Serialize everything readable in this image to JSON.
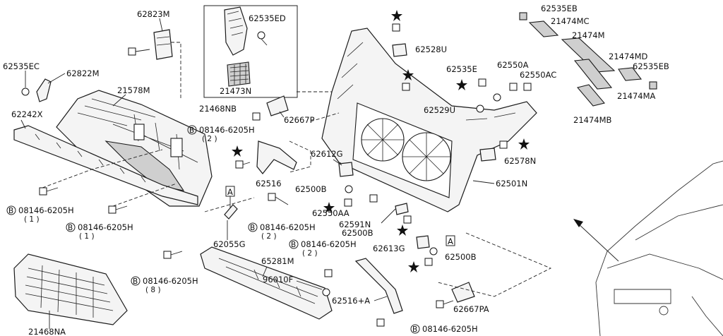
{
  "labels": {
    "p62823M": "62823M",
    "p62535ED": "62535ED",
    "p21473N": "21473N",
    "p21468NB": "21468NB",
    "p62535EC": "62535EC",
    "p62822M": "62822M",
    "p21578M": "21578M",
    "p62242X": "62242X",
    "p08146_2_num": "08146-6205H",
    "p08146_2_qty": "( 2 )",
    "p62667P": "62667P",
    "p62528U": "62528U",
    "p62535EB_top": "62535EB",
    "p21474MC": "21474MC",
    "p21474M": "21474M",
    "p21474MD": "21474MD",
    "p62535EB_right": "62535EB",
    "p21474MA": "21474MA",
    "p21474MB": "21474MB",
    "p62535E": "62535E",
    "p62550A": "62550A",
    "p62550AC": "62550AC",
    "p62529U": "62529U",
    "p62578N": "62578N",
    "p62612G": "62612G",
    "p62501N": "62501N",
    "p62516": "62516",
    "p62500B_a": "62500B",
    "p62550AA": "62550AA",
    "p62591N": "62591N",
    "p62500B_b": "62500B",
    "p62613G": "62613G",
    "p62500B_c": "62500B",
    "p08146_1a_num": "08146-6205H",
    "p08146_1a_qty": "( 1 )",
    "p08146_1b_num": "08146-6205H",
    "p08146_1b_qty": "( 1 )",
    "p08146_2b_num": "08146-6205H",
    "p08146_2b_qty": "( 2 )",
    "p62055G": "62055G",
    "p08146_2c_num": "08146-6205H",
    "p08146_2c_qty": "( 2 )",
    "p65281M": "65281M",
    "p96010F": "96010F",
    "p62516A": "62516+A",
    "p08146_8_num": "08146-6205H",
    "p08146_8_qty": "( 8 )",
    "p62667PA": "62667PA",
    "p08146_bottom": "08146-6205H",
    "p21468NA": "21468NA",
    "callout_A1": "A",
    "callout_A2": "A",
    "bolt_symbol": "B"
  },
  "icons": [
    "star-marker-icon",
    "bolt-icon",
    "callout-box-icon",
    "direction-arrow-icon"
  ]
}
